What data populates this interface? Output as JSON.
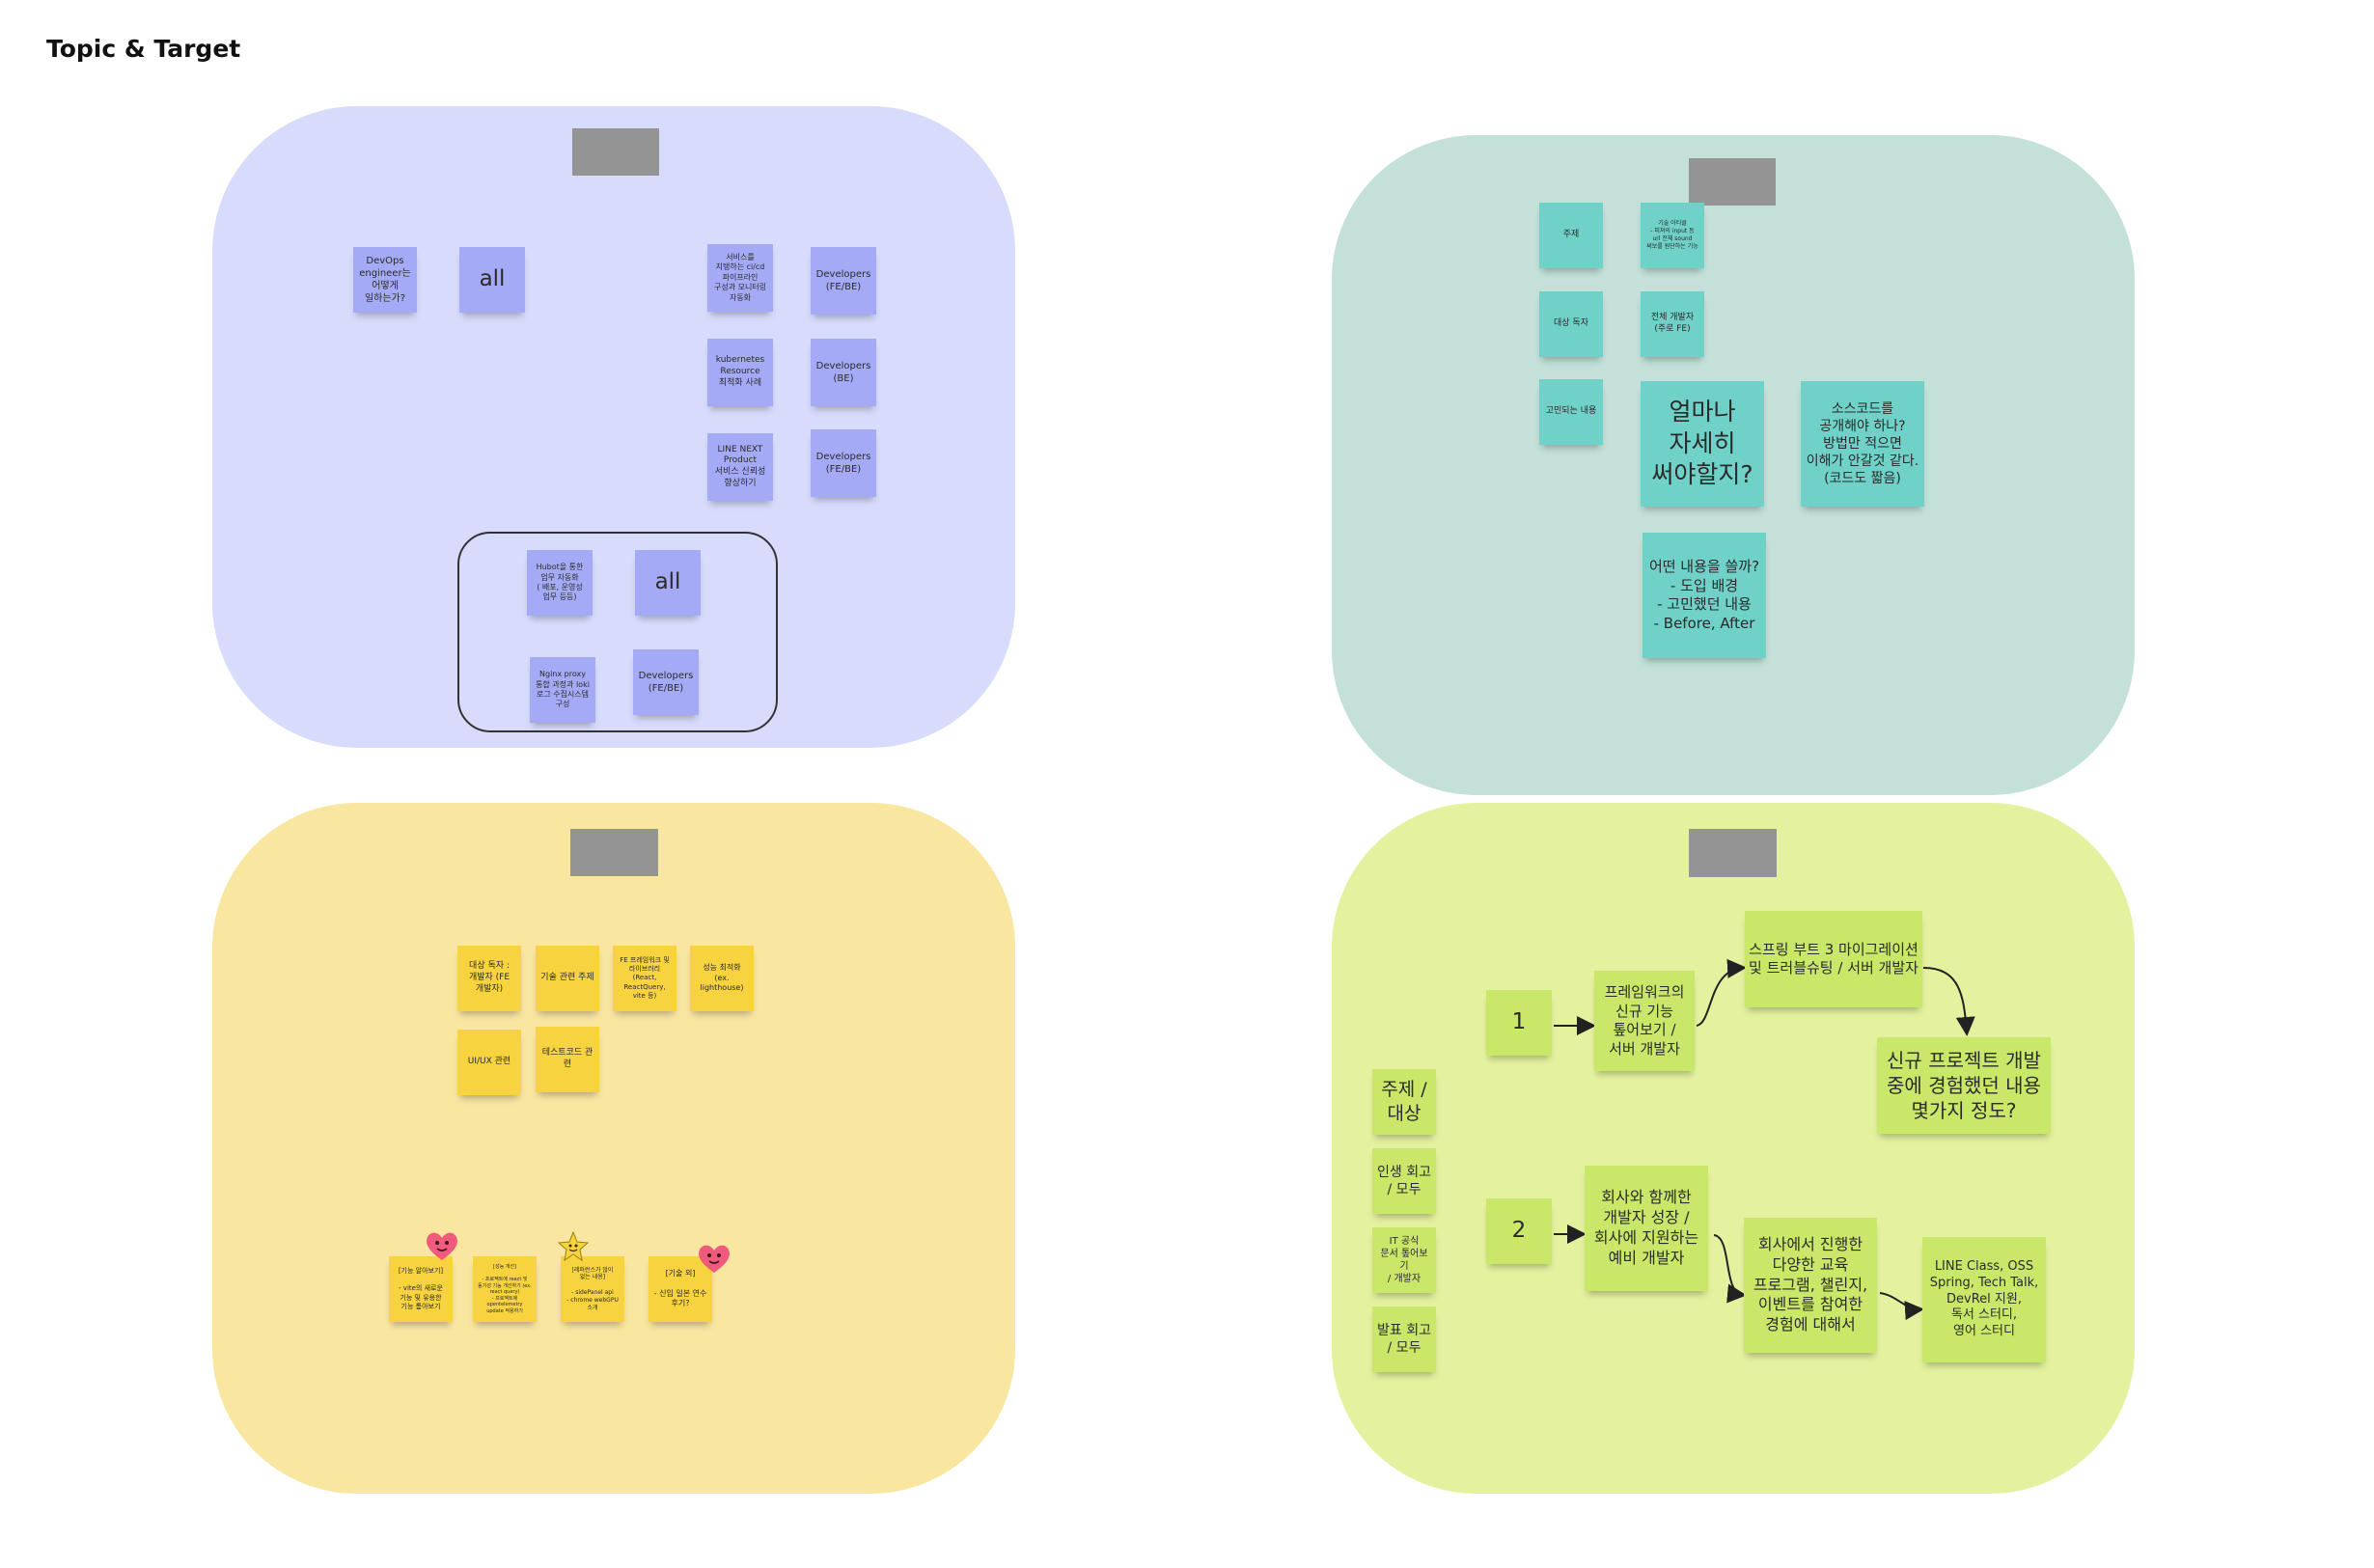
{
  "title": "Topic & Target",
  "colors": {
    "frame_blue": "#d8dcfc",
    "frame_teal": "#c3e1d9",
    "frame_yellow": "#f9e6a1",
    "frame_lime": "#e4f29f",
    "sticky_blue": "#a5aaf6",
    "sticky_teal": "#6fd1c8",
    "sticky_yellow": "#f8d340",
    "sticky_lime": "#c9e86a"
  },
  "blue_frame": {
    "stickies": [
      "DevOps\nengineer는\n어떻게\n일하는가?",
      "all",
      "서비스를\n지탱하는 ci/cd\n파이프라인\n구성과 모니터링\n자동화",
      "Developers\n(FE/BE)",
      "kubernetes\nResource\n최적화 사례",
      "Developers\n(BE)",
      "LINE NEXT\nProduct\n서비스 신뢰성\n향상하기",
      "Developers\n(FE/BE)"
    ],
    "group_stickies": [
      "Hubot을 통한\n업무 자동화\n( 배포, 운영성\n업무 등등)",
      "all",
      "Nginx proxy\n통합 과정과 loki\n로그 수집시스템\n구성",
      "Developers\n(FE/BE)"
    ]
  },
  "teal_frame": {
    "stickies": [
      "주제",
      "기술 아티클\n- 피쳐의 input 등\nurl 전체 sound\n써보를 원단하는 기능",
      "대상 독자",
      "전체 개발자\n(주로 FE)",
      "고민되는 내용",
      "얼마나\n자세히\n써야할지?",
      "소스코드를\n공개해야 하나?\n방법만 적으면\n이해가 안갈것 같다.\n(코드도 짧음)",
      "어떤 내용을 쓸까?\n- 도입 배경\n- 고민했던 내용\n- Before, After"
    ]
  },
  "yellow_frame": {
    "stickies": [
      "대상 독자 :\n개발자 (FE\n개발자)",
      "기술 관련 주제",
      "FE 프레임워크 및\n라이브러리\n(React,\nReactQuery,\nvite 등)",
      "성능 최적화\n(ex.\nlighthouse)",
      "UI/UX 관련",
      "테스트코드 관련",
      "[기능 알아보기]\n\n- vite의 새로운\n기능 및 유용한\n기능 톺아보기",
      "[성능 개선]\n\n- 프로젝트에 react 및\n동기성 기능 개선하기 (ex.\nreact query)\n- 프로젝트에 opentelemetry\nupdate 적용하기",
      "[레퍼런스가 많이\n없는 내용]\n\n- sidePanel api\n- chrome webGPU\n소개",
      "[기술 외]\n\n- 신입 일본 연수\n후기?"
    ],
    "emoji_names": [
      "heart-face-icon",
      "star-face-icon",
      "heart-face-icon"
    ]
  },
  "lime_frame": {
    "stickies": [
      "1",
      "프레임워크의\n신규 기능\n톺어보기 /\n서버 개발자",
      "스프링 부트 3 마이그레이션\n및 트러블슈팅 / 서버 개발자",
      "신규 프로젝트 개발\n중에 경험했던 내용\n몇가지 정도?",
      "주제 /\n대상",
      "인생 회고\n/ 모두",
      "IT 공식\n문서 톺어보기\n/ 개발자",
      "발표 회고\n/ 모두",
      "2",
      "회사와 함께한\n개발자 성장 /\n회사에 지원하는\n예비 개발자",
      "회사에서 진행한\n다양한 교육\n프로그램, 챌린지,\n이벤트를 참여한\n경험에 대해서",
      "LINE Class, OSS\nSpring, Tech Talk,\nDevRel 지원,\n독서 스터디,\n영어 스터디"
    ]
  }
}
